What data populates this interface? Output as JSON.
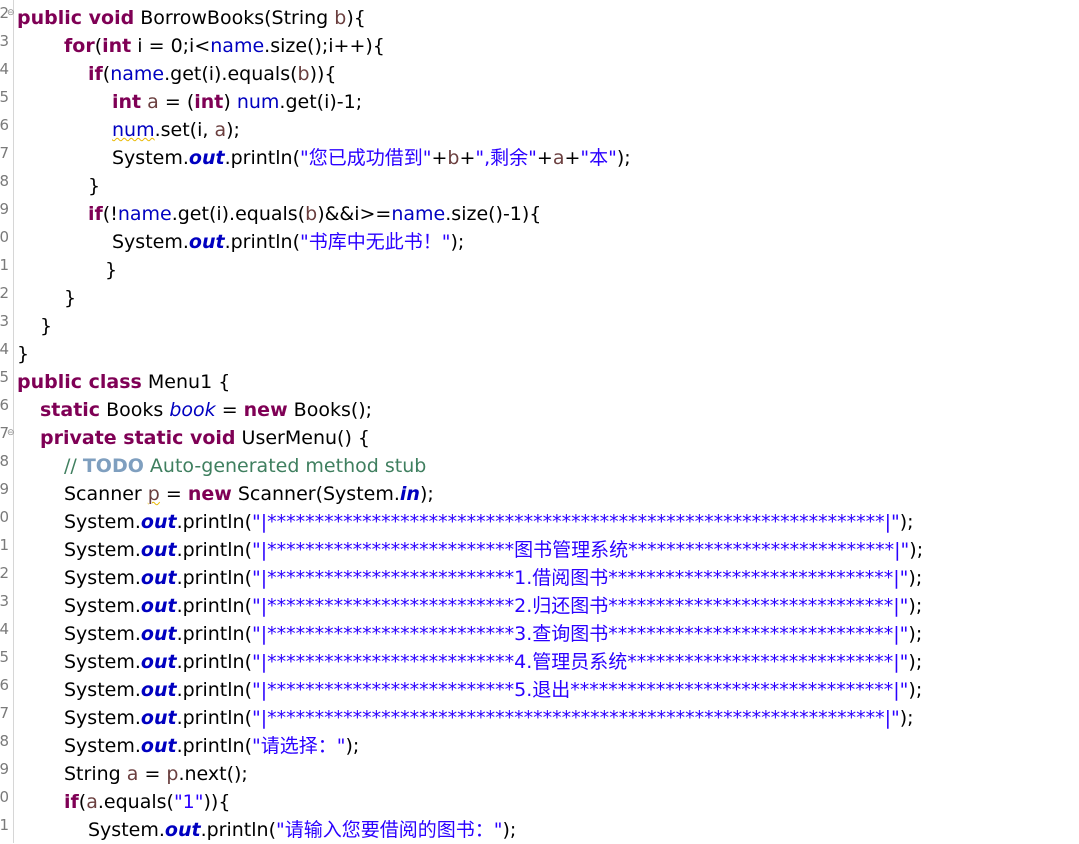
{
  "gutter": {
    "line_numbers": [
      "2",
      "3",
      "4",
      "5",
      "6",
      "7",
      "8",
      "9",
      "0",
      "1",
      "2",
      "3",
      "4",
      "5",
      "6",
      "7",
      "8",
      "9",
      "0",
      "1",
      "2",
      "3",
      "4",
      "5",
      "6",
      "7",
      "8",
      "9",
      "0",
      "1"
    ]
  },
  "code": {
    "l1": {
      "kw1": "public void",
      "t1": " BorrowBooks(String ",
      "v1": "b",
      "t2": "){"
    },
    "l2": {
      "kw1": "for",
      "t1": "(",
      "kw2": "int",
      "t2": " i = 0;i<",
      "f1": "name",
      "t3": ".size();i++){"
    },
    "l3": {
      "kw1": "if",
      "t1": "(",
      "f1": "name",
      "t2": ".get(i).equals(",
      "v1": "b",
      "t3": ")){"
    },
    "l4": {
      "kw1": "int",
      "t1": " ",
      "v1": "a",
      "t2": " = (",
      "kw2": "int",
      "t3": ") ",
      "f1": "num",
      "t4": ".get(i)-1;"
    },
    "l5": {
      "f1": "num",
      "t1": ".set(i, ",
      "v1": "a",
      "t2": ");"
    },
    "l6": {
      "t1": "System.",
      "sf": "out",
      "t2": ".println(",
      "s1": "\"您已成功借到\"",
      "t3": "+",
      "v1": "b",
      "t4": "+",
      "s2": "\",剩余\"",
      "t5": "+",
      "v2": "a",
      "t6": "+",
      "s3": "\"本\"",
      "t7": ");"
    },
    "l7": {
      "t1": "}"
    },
    "l8": {
      "kw1": "if",
      "t1": "(!",
      "f1": "name",
      "t2": ".get(i).equals(",
      "v1": "b",
      "t3": ")&&i>=",
      "f2": "name",
      "t4": ".size()-1){"
    },
    "l9": {
      "t1": "System.",
      "sf": "out",
      "t2": ".println(",
      "s1": "\"书库中无此书！\"",
      "t3": ");"
    },
    "l10": {
      "t1": "}"
    },
    "l11": {
      "t1": "}"
    },
    "l12": {
      "t1": "}"
    },
    "l13": {
      "t1": "}"
    },
    "l14": {
      "kw1": "public class",
      "t1": " Menu1 {"
    },
    "l15": {
      "kw1": "static",
      "t1": " Books ",
      "sfi": "book",
      "t2": " = ",
      "kw2": "new",
      "t3": " Books();"
    },
    "l16": {
      "kw1": "private static void",
      "t1": " UserMenu() {"
    },
    "l17": {
      "c1": "// ",
      "todo": "TODO",
      "c2": " Auto-generated method stub"
    },
    "l18": {
      "t1": "Scanner ",
      "v1": "p",
      "t2": " = ",
      "kw1": "new",
      "t3": " Scanner(System.",
      "sf": "in",
      "t4": ");"
    },
    "l19": {
      "t1": "System.",
      "sf": "out",
      "t2": ".println(",
      "s1": "\"|*****************************************************************|\"",
      "t3": ");"
    },
    "l20": {
      "t1": "System.",
      "sf": "out",
      "t2": ".println(",
      "s1": "\"|**************************图书管理系统****************************|\"",
      "t3": ");"
    },
    "l21": {
      "t1": "System.",
      "sf": "out",
      "t2": ".println(",
      "s1": "\"|**************************1.借阅图书******************************|\"",
      "t3": ");"
    },
    "l22": {
      "t1": "System.",
      "sf": "out",
      "t2": ".println(",
      "s1": "\"|**************************2.归还图书******************************|\"",
      "t3": ");"
    },
    "l23": {
      "t1": "System.",
      "sf": "out",
      "t2": ".println(",
      "s1": "\"|**************************3.查询图书******************************|\"",
      "t3": ");"
    },
    "l24": {
      "t1": "System.",
      "sf": "out",
      "t2": ".println(",
      "s1": "\"|**************************4.管理员系统****************************|\"",
      "t3": ");"
    },
    "l25": {
      "t1": "System.",
      "sf": "out",
      "t2": ".println(",
      "s1": "\"|**************************5.退出**********************************|\"",
      "t3": ");"
    },
    "l26": {
      "t1": "System.",
      "sf": "out",
      "t2": ".println(",
      "s1": "\"|*****************************************************************|\"",
      "t3": ");"
    },
    "l27": {
      "t1": "System.",
      "sf": "out",
      "t2": ".println(",
      "s1": "\"请选择：\"",
      "t3": ");"
    },
    "l28": {
      "t1": "String ",
      "v1": "a",
      "t2": " = ",
      "v2": "p",
      "t3": ".next();"
    },
    "l29": {
      "kw1": "if",
      "t1": "(",
      "v1": "a",
      "t2": ".equals(",
      "s1": "\"1\"",
      "t3": ")){"
    },
    "l30": {
      "t1": "System.",
      "sf": "out",
      "t2": ".println(",
      "s1": "\"请输入您要借阅的图书：\"",
      "t3": ");"
    }
  },
  "colors": {
    "keyword": "#7f0055",
    "string": "#2a00ff",
    "field": "#0000c0",
    "local_var": "#6a3e3e",
    "comment": "#3f7f5f",
    "todo_tag": "#7f9fbf"
  },
  "icons": {
    "fold_marker": "collapse-icon"
  }
}
